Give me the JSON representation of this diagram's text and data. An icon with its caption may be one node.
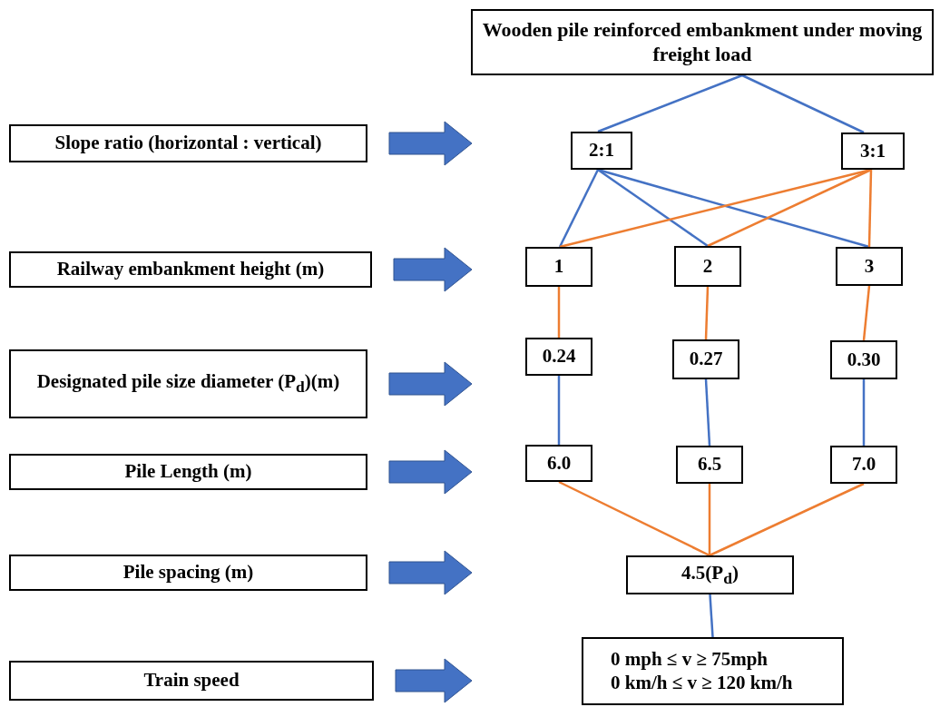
{
  "diagram": {
    "nodes": [
      {
        "text": [
          "Wooden pile reinforced embankment under moving freight load"
        ]
      },
      {
        "text": [
          "Slope ratio (horizontal : vertical)"
        ]
      },
      {
        "text": [
          "2:1"
        ]
      },
      {
        "text": [
          "3:1"
        ]
      },
      {
        "text": [
          "Railway embankment height (m)"
        ]
      },
      {
        "text": [
          "1"
        ]
      },
      {
        "text": [
          "2"
        ]
      },
      {
        "text": [
          "3"
        ]
      },
      {
        "text": [
          "Designated pile size diameter (P$_{d}$)(m)"
        ]
      },
      {
        "text": [
          "0.24"
        ]
      },
      {
        "text": [
          "0.27"
        ]
      },
      {
        "text": [
          "0.30"
        ]
      },
      {
        "text": [
          "Pile Length (m)"
        ]
      },
      {
        "text": [
          "6.0"
        ]
      },
      {
        "text": [
          "6.5"
        ]
      },
      {
        "text": [
          "7.0"
        ]
      },
      {
        "text": [
          "Pile spacing (m)"
        ]
      },
      {
        "text": [
          "4.5(P$_{d}$)"
        ]
      },
      {
        "text": [
          "Train speed"
        ]
      },
      {
        "text": [
          "0 mph  ≤ v ≥ 75mph",
          "0 km/h ≤ v ≥ 120 km/h"
        ]
      }
    ],
    "edges": [
      {
        "from": 1,
        "to": null,
        "arrow": "to",
        "style": "thick"
      },
      {
        "from": 4,
        "to": 5,
        "arrow": "to",
        "style": "thick"
      },
      {
        "from": 8,
        "to": 9,
        "arrow": "to",
        "style": "thick"
      },
      {
        "from": 12,
        "to": 13,
        "arrow": "to",
        "style": "thick"
      },
      {
        "from": 16,
        "to": null,
        "arrow": "to",
        "style": "thick"
      },
      {
        "from": 18,
        "to": null,
        "arrow": "to",
        "style": "thick"
      },
      {
        "from": 0,
        "to": 2,
        "arrow": "none"
      },
      {
        "from": 0,
        "to": 3,
        "arrow": "none"
      },
      {
        "from": 2,
        "to": 5,
        "arrow": "none"
      },
      {
        "from": 2,
        "to": 6,
        "arrow": "none"
      },
      {
        "from": 2,
        "to": 7,
        "arrow": "none"
      },
      {
        "from": 3,
        "to": 5,
        "arrow": "none",
        "color": "#ed7d31"
      },
      {
        "from": 3,
        "to": 6,
        "arrow": "none",
        "color": "#ed7d31"
      },
      {
        "from": 3,
        "to": 7,
        "arrow": "none",
        "color": "#ed7d31"
      },
      {
        "from": 5,
        "to": 9,
        "arrow": "none",
        "color": "#ed7d31"
      },
      {
        "from": 6,
        "to": 10,
        "arrow": "none",
        "color": "#ed7d31"
      },
      {
        "from": 7,
        "to": 11,
        "arrow": "none",
        "color": "#ed7d31"
      },
      {
        "from": 9,
        "to": 13,
        "arrow": "none"
      },
      {
        "from": 10,
        "to": 14,
        "arrow": "none"
      },
      {
        "from": 11,
        "to": 15,
        "arrow": "none"
      },
      {
        "from": 13,
        "to": 17,
        "arrow": "none",
        "color": "#ed7d31"
      },
      {
        "from": 14,
        "to": 17,
        "arrow": "none",
        "color": "#ed7d31"
      },
      {
        "from": 15,
        "to": 17,
        "arrow": "none",
        "color": "#ed7d31"
      },
      {
        "from": 17,
        "to": 19,
        "arrow": "none"
      }
    ]
  }
}
